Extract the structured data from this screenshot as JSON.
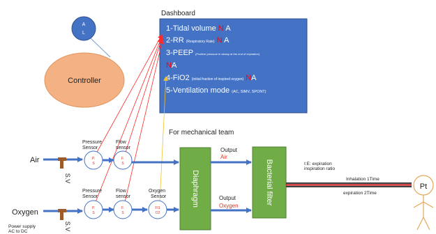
{
  "al_circle": {
    "line1": "A",
    "line2": "L"
  },
  "controller": {
    "label": "Controller"
  },
  "dashboard": {
    "title": "Dashboard",
    "tidal_volume": {
      "text": "1-Tidal volume ",
      "flag_n": "N",
      "flag_a": " A"
    },
    "rr": {
      "text": "2-RR ",
      "note": "(Respiratory Rate)",
      "flag_n": " N",
      "flag_a": " A"
    },
    "peep": {
      "text": "3-PEEP ",
      "note": "(Positive pressure in airway at the end of expiration)"
    },
    "peep_flag": {
      "flag_n": "N",
      "flag_a": "A"
    },
    "fio2": {
      "text": "4-FiO2 ",
      "note": "(initial fraction of inspired oxygen)",
      "flag_n": " N",
      "flag_a": "A"
    },
    "ventilation_mode": {
      "text": "5-Ventilation mode ",
      "note": "(AC, SIMV, SPONT)"
    }
  },
  "mechanical_team_label": "For mechanical team",
  "air_line": {
    "source_label": "Air",
    "valve_label": "S.V",
    "pressure_sensor": {
      "caption_1": "Pressure",
      "caption_2": "Sensor",
      "body_1": "P.",
      "body_2": "S"
    },
    "flow_sensor": {
      "caption_1": "Flow",
      "caption_2": "sensor",
      "body_1": "F.",
      "body_2": "S"
    }
  },
  "oxygen_line": {
    "source_label": "Oxygen",
    "valve_label": "S.V",
    "pressure_sensor": {
      "caption_1": "Pressure",
      "caption_2": "Sensor",
      "body_1": "P.",
      "body_2": "S"
    },
    "flow_sensor": {
      "caption_1": "Flow",
      "caption_2": "sensor",
      "body_1": "F.",
      "body_2": "S"
    },
    "oxygen_sensor": {
      "caption_1": "Oxygen",
      "caption_2": "Sensor",
      "body_1": "FI1",
      "body_2": "O2"
    }
  },
  "diaphragm": {
    "label": "Diaphragm"
  },
  "outputs": {
    "air": {
      "label": "Output",
      "value": "Air"
    },
    "oxygen": {
      "label": "Output",
      "value": "Oxygen"
    }
  },
  "bacterial_filter": {
    "label": "Bacterial filter"
  },
  "ie_ratio": {
    "line1": "I:E: expiration",
    "line2": "inspiration ratio"
  },
  "inhalation_label": "Inhalation 1Time",
  "expiration_label": "expiration 2Time",
  "patient": {
    "label": "Pt"
  },
  "power_supply": {
    "line1": "Power supply",
    "line2": "AC to DC"
  },
  "colors": {
    "blue_fill": "#4472c4",
    "dashboard_fill": "#4472c4",
    "controller_fill": "#f4b183",
    "green_fill": "#70ad47",
    "flag_red": "#ff0000",
    "sensor_red": "#e0301e",
    "tube_dark": "#3b3b3b",
    "tube_red": "#c00000",
    "valve_brown": "#9c5b2a",
    "signal_line_red": "#ff2a2a",
    "signal_line_yellow": "#f2c230"
  }
}
